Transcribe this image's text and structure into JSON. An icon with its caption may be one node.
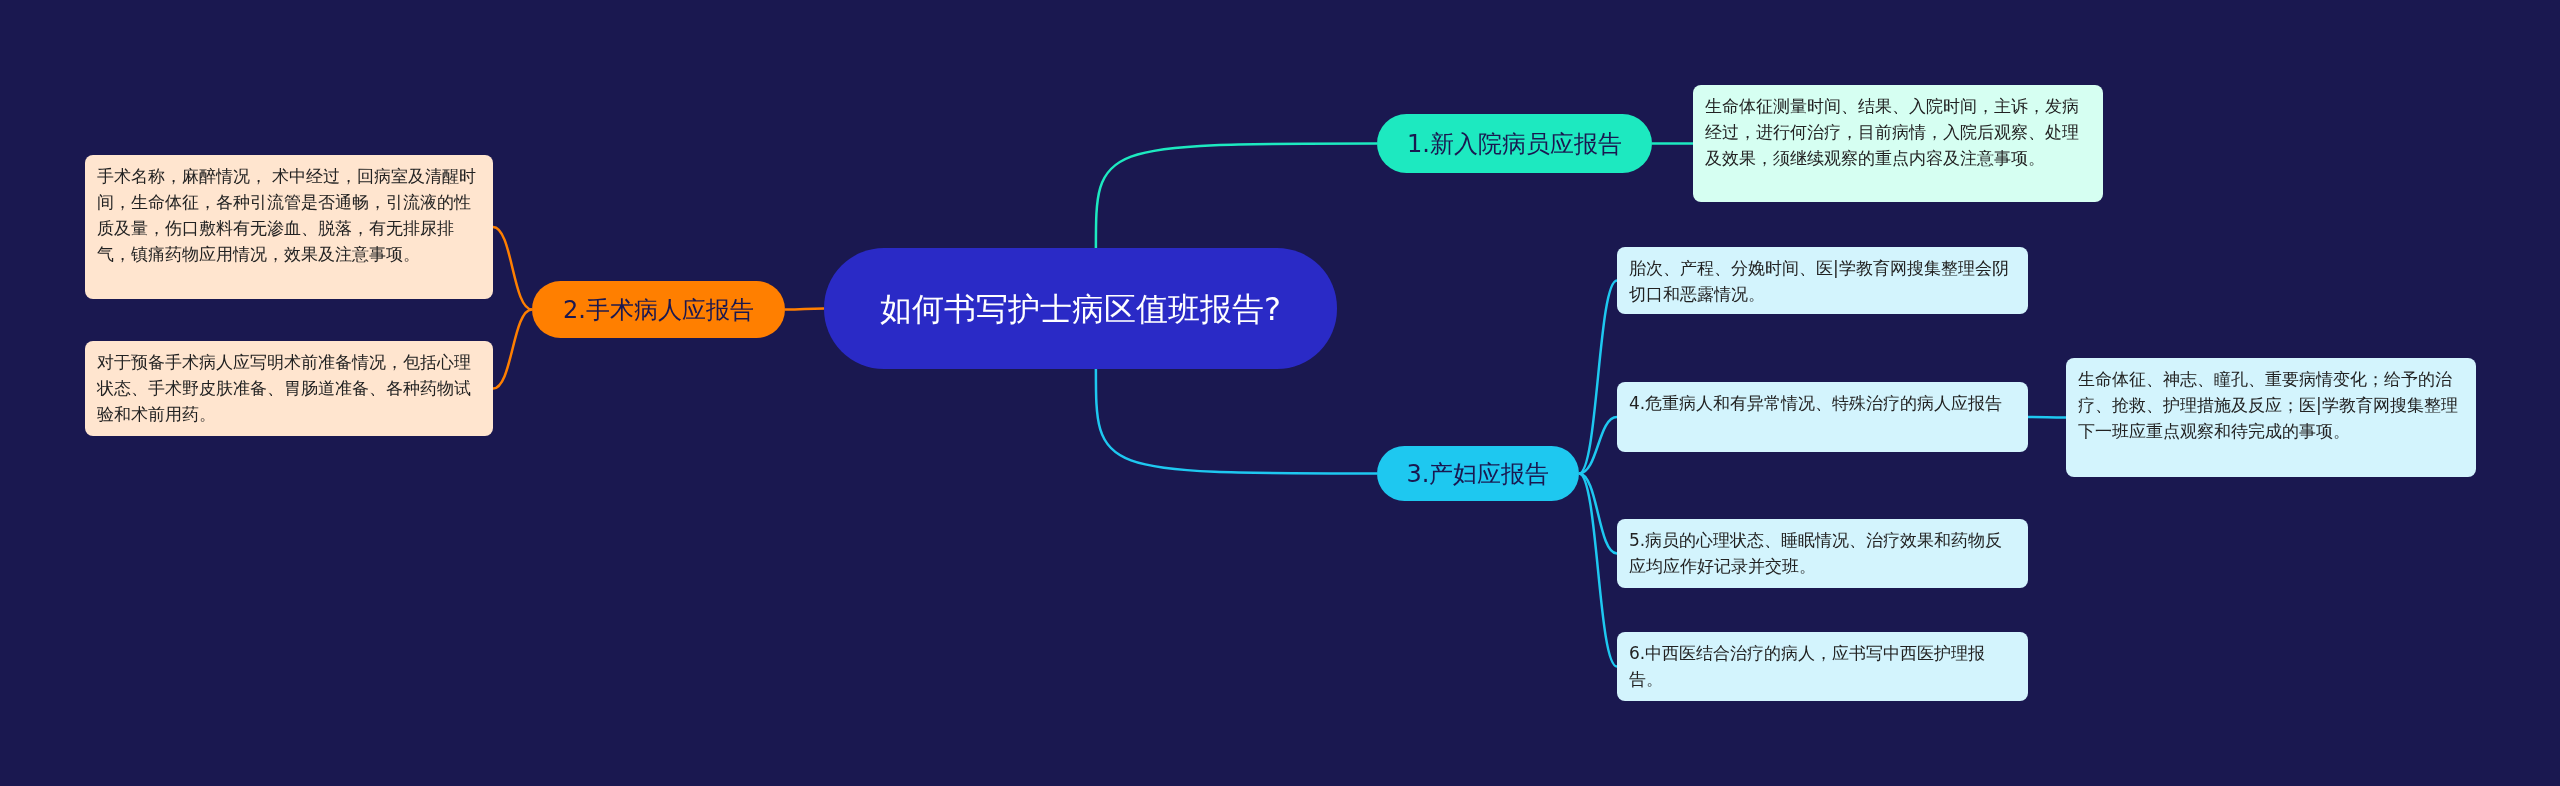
{
  "diagram": {
    "nodes": [
      {
        "text": [
          "如何书写护士病区值班报告?"
        ]
      },
      {
        "text": [
          "1.新入院病员应报告"
        ]
      },
      {
        "text": [
          "生命体征测量时间、结果、入院时间，主诉，发病经过，进行何治疗，目前病情，入院后观察、处理及效果，须继续观察的重点内容及注意事项。"
        ]
      },
      {
        "text": [
          "2.手术病人应报告"
        ]
      },
      {
        "text": [
          "手术名称，麻醉情况， 术中经过，回病室及清醒时间，生命体征，各种引流管是否通畅，引流液的性质及量，伤口敷料有无渗血、脱落，有无排尿排气，镇痛药物应用情况，效果及注意事项。"
        ]
      },
      {
        "text": [
          "对于预备手术病人应写明术前准备情况，包括心理状态、手术野皮肤准备、胃肠道准备、各种药物试验和术前用药。"
        ]
      },
      {
        "text": [
          "3.产妇应报告"
        ]
      },
      {
        "text": [
          "胎次、产程、分娩时间、医|学教育网搜集整理会阴切口和恶露情况。"
        ]
      },
      {
        "text": [
          "4.危重病人和有异常情况、特殊治疗的病人应报告"
        ]
      },
      {
        "text": [
          "生命体征、神志、瞳孔、重要病情变化；给予的治疗、抢救、护理措施及反应；医|学教育网搜集整理下一班应重点观察和待完成的事项。"
        ]
      },
      {
        "text": [
          "5.病员的心理状态、睡眠情况、治疗效果和药物反应均应作好记录并交班。"
        ]
      },
      {
        "text": [
          "6.中西医结合治疗的病人，应书写中西医护理报告。"
        ]
      }
    ],
    "edges": [
      {
        "from": 0,
        "to": 1,
        "arrow": "none",
        "color": "#1de9c0"
      },
      {
        "from": 1,
        "to": 2,
        "arrow": "none",
        "color": "#1de9c0"
      },
      {
        "from": 0,
        "to": 3,
        "arrow": "none",
        "color": "#ff7f00"
      },
      {
        "from": 3,
        "to": 4,
        "arrow": "none",
        "color": "#ff7f00"
      },
      {
        "from": 3,
        "to": 5,
        "arrow": "none",
        "color": "#ff7f00"
      },
      {
        "from": 0,
        "to": 6,
        "arrow": "none"
      },
      {
        "from": 6,
        "to": 7,
        "arrow": "none"
      },
      {
        "from": 6,
        "to": 8,
        "arrow": "none"
      },
      {
        "from": 6,
        "to": 10,
        "arrow": "none"
      },
      {
        "from": 6,
        "to": 11,
        "arrow": "none"
      },
      {
        "from": 8,
        "to": 9,
        "arrow": "none"
      }
    ]
  }
}
